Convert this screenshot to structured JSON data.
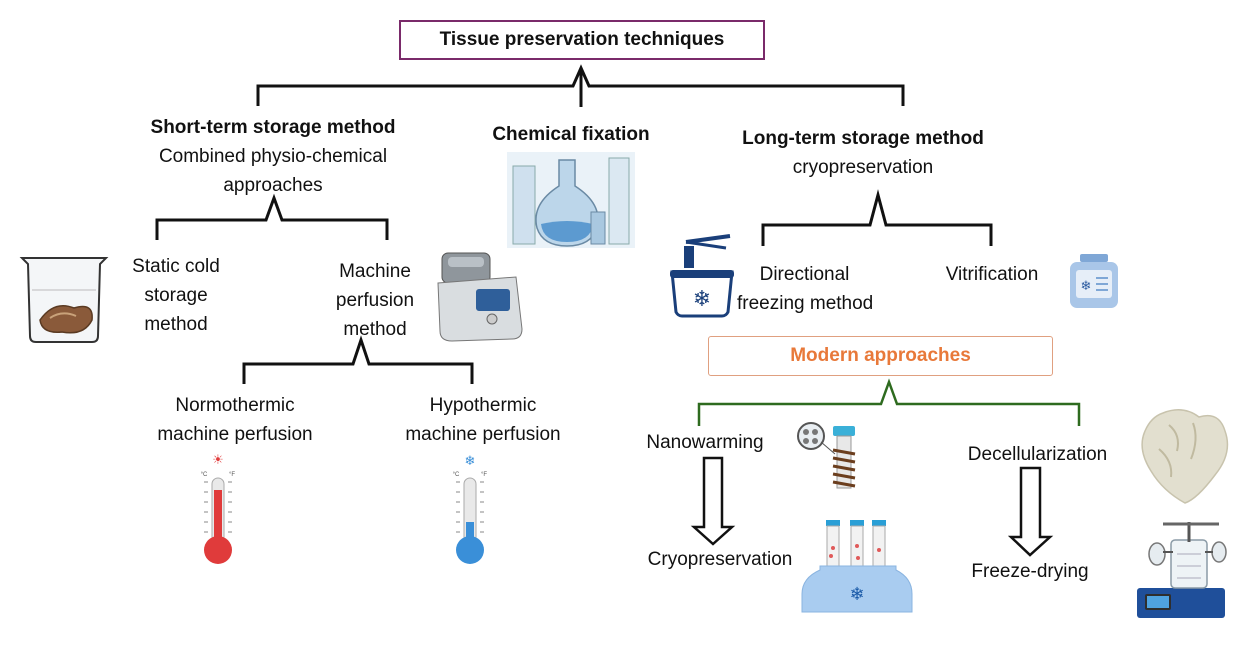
{
  "title": "Tissue preservation techniques",
  "short_term": {
    "heading": "Short-term storage method",
    "line1": "Combined physio-chemical",
    "line2": "approaches",
    "static": [
      "Static cold",
      "storage",
      "method"
    ],
    "machine": [
      "Machine",
      "perfusion",
      "method"
    ]
  },
  "chemical": {
    "heading": "Chemical fixation"
  },
  "long_term": {
    "heading": "Long-term storage method",
    "sub": "cryopreservation",
    "directional": [
      "Directional",
      "freezing method"
    ],
    "vitrification": "Vitrification"
  },
  "perfusion": {
    "normo": [
      "Normothermic",
      "machine perfusion"
    ],
    "hypo": [
      "Hypothermic",
      "machine perfusion"
    ]
  },
  "modern": {
    "heading": "Modern approaches",
    "nanowarming": "Nanowarming",
    "cryopreservation": "Cryopreservation",
    "decellularization": "Decellularization",
    "freeze_drying": "Freeze-drying"
  },
  "thermometer": {
    "c": "°C",
    "f": "°F"
  },
  "colors": {
    "title_border": "#7a2a6a",
    "modern_text": "#e8793a",
    "modern_bracket": "#2e6b1f",
    "hot": "#e03b3b",
    "cold": "#3a8fd8"
  }
}
